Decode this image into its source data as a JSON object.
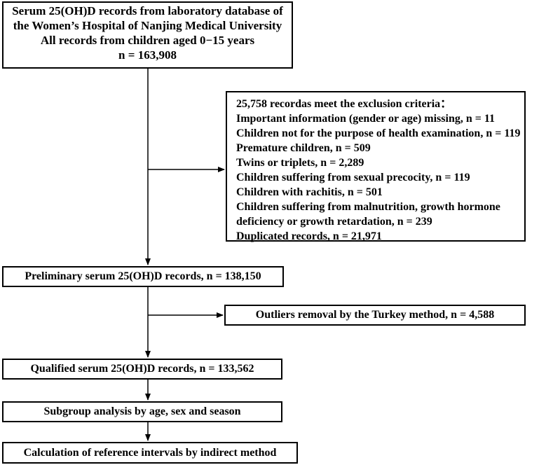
{
  "top_box": {
    "lines": [
      "Serum 25(OH)D records from laboratory database  of",
      "the Women’s Hospital of Nanjing Medical University",
      "All records from children aged 0−15 years",
      "n  = 163,908"
    ]
  },
  "exclusion_box": {
    "lines": [
      "25,758 recordas meet the exclusion criteria：",
      "Important information (gender or age) missing, n = 11",
      "Children not for the purpose of health examination, n = 119",
      "Premature children, n = 509",
      "Twins or triplets, n = 2,289",
      "Children suffering from sexual precocity, n = 119",
      "Children  with rachitis, n = 501",
      "Children suffering from malnutrition, growth hormone",
      "deficiency or growth retardation, n = 239",
      "Duplicated records, n = 21,971"
    ]
  },
  "preliminary_box": {
    "text": "Preliminary serum 25(OH)D records, n  = 138,150"
  },
  "outliers_box": {
    "text": "Outliers removal by the Turkey method, n = 4,588"
  },
  "qualified_box": {
    "text": "Qualified serum 25(OH)D records, n = 133,562"
  },
  "subgroup_box": {
    "text": "Subgroup analysis  by age, sex and season"
  },
  "calculation_box": {
    "text": "Calculation of reference intervals by indirect method"
  }
}
